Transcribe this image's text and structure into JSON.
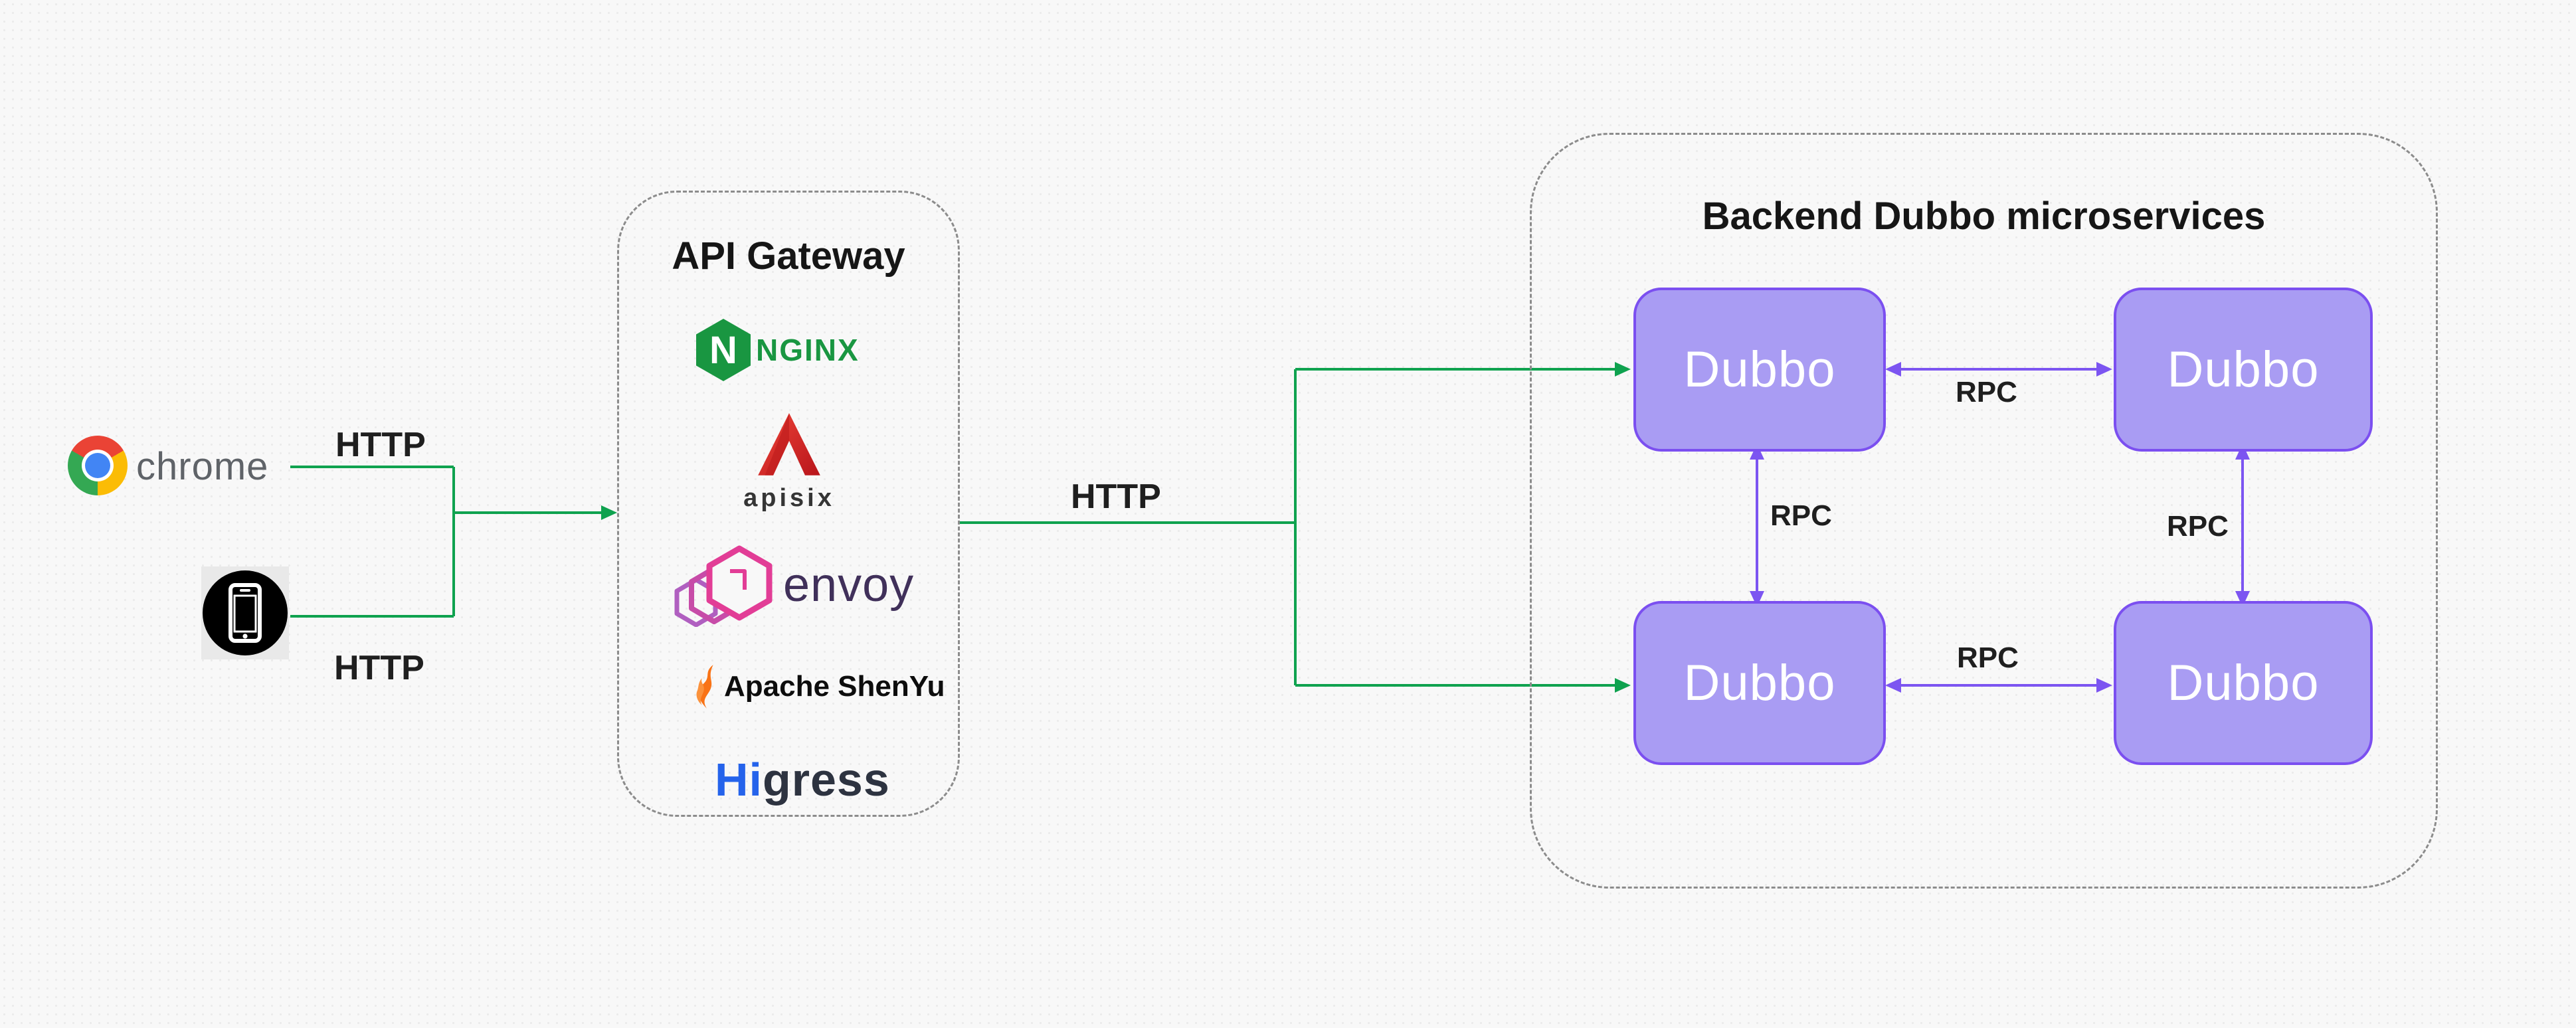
{
  "clients": {
    "chrome_label": "chrome",
    "mobile_icon": "smartphone-icon"
  },
  "labels": {
    "http_top": "HTTP",
    "http_bottom": "HTTP",
    "http_middle": "HTTP",
    "rpc_top": "RPC",
    "rpc_bottom": "RPC",
    "rpc_left": "RPC",
    "rpc_right": "RPC"
  },
  "api_gateway": {
    "title": "API Gateway",
    "products": [
      {
        "name": "NGINX",
        "hexagon_letter": "N",
        "wordmark": "NGINX"
      },
      {
        "name": "APISIX",
        "wordmark": "apisix"
      },
      {
        "name": "Envoy",
        "wordmark": "envoy"
      },
      {
        "name": "Apache ShenYu",
        "wordmark": "Apache ShenYu"
      },
      {
        "name": "Higress",
        "wordmark_hi": "Hi",
        "wordmark_rest": "gress"
      }
    ]
  },
  "backend": {
    "title": "Backend Dubbo microservices",
    "nodes": [
      "Dubbo",
      "Dubbo",
      "Dubbo",
      "Dubbo"
    ]
  },
  "colors": {
    "http_arrow_green": "#0fa24f",
    "rpc_arrow_purple": "#7c55f1",
    "dubbo_fill": "#a99cf3",
    "dubbo_border": "#7b4ff0",
    "dashed_border_gray": "#8c8c8c",
    "nginx_green": "#199641",
    "apisix_red": "#d92b26",
    "envoy_pink": "#e23d96",
    "shenyu_orange": "#f97316",
    "higress_blue": "#2563eb",
    "chrome_text_gray": "#5f6368"
  }
}
